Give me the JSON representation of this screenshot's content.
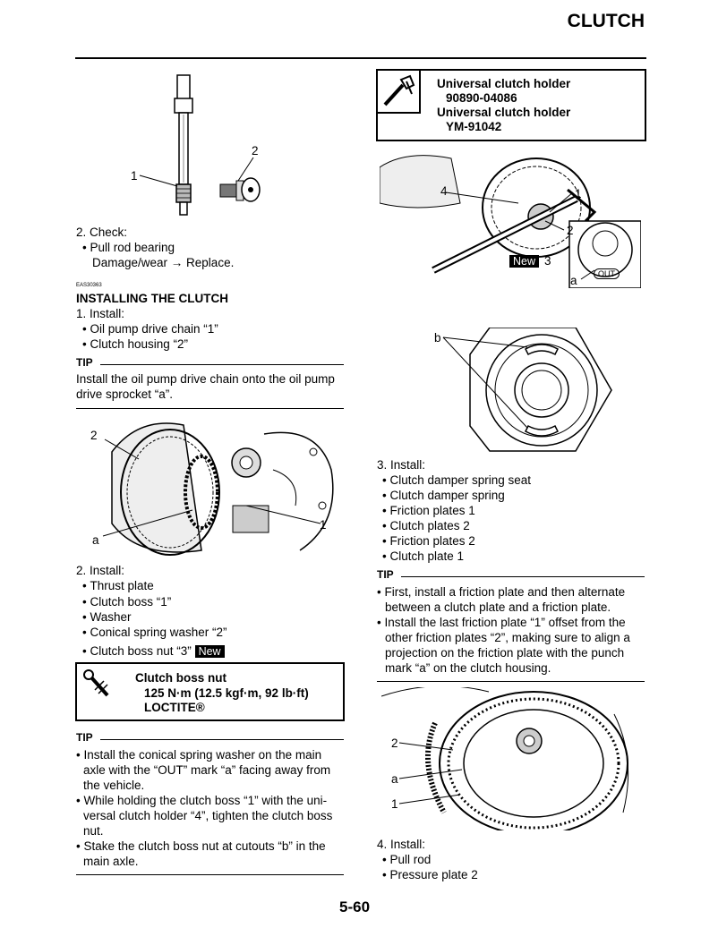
{
  "header": {
    "title": "CLUTCH",
    "page_number": "5-60"
  },
  "left": {
    "fig1_labels": [
      "1",
      "2"
    ],
    "check": {
      "step": "2. Check:",
      "bullet": "Pull rod bearing",
      "detail": "Damage/wear → Replace."
    },
    "section_code": "EAS30363",
    "section_title": "INSTALLING THE CLUTCH",
    "install1": {
      "step": "1. Install:",
      "bullets": [
        "Oil pump drive chain “1”",
        "Clutch housing “2”"
      ]
    },
    "tip1": {
      "head": "TIP",
      "lines": [
        "Install the oil pump drive chain onto the oil pump",
        "drive sprocket “a”."
      ]
    },
    "fig2_labels": [
      "2",
      "1",
      "a"
    ],
    "install2": {
      "step": "2. Install:",
      "bullets": [
        "Thrust plate",
        "Clutch boss “1”",
        "Washer",
        "Conical spring washer “2”",
        "Clutch boss nut “3”"
      ],
      "new_badge": "New"
    },
    "torque_box": {
      "name": "Clutch boss nut",
      "value": "125 N·m (12.5 kgf·m, 92 lb·ft)",
      "sealant": "LOCTITE®"
    },
    "tip2": {
      "head": "TIP",
      "items": [
        [
          "Install the conical spring washer on the main",
          "axle with the “OUT” mark “a” facing away from",
          "the vehicle."
        ],
        [
          "While holding the clutch boss “1” with the uni-",
          "versal clutch holder “4”, tighten the clutch boss",
          "nut."
        ],
        [
          "Stake the clutch boss nut at cutouts “b” in the",
          "main axle."
        ]
      ]
    }
  },
  "right": {
    "tool_box": {
      "line1": "Universal clutch holder",
      "line2": "90890-04086",
      "line3": "Universal clutch holder",
      "line4": "YM-91042"
    },
    "fig3_labels": [
      "4",
      "1",
      "2",
      "3",
      "a"
    ],
    "fig3_new": "New",
    "fig3_out": "OUT",
    "fig4_label": "b",
    "install3": {
      "step": "3. Install:",
      "bullets": [
        "Clutch damper spring seat",
        "Clutch damper spring",
        "Friction plates 1",
        "Clutch plates 2",
        "Friction plates 2",
        "Clutch plate 1"
      ]
    },
    "tip3": {
      "head": "TIP",
      "items": [
        [
          "First, install a friction plate and then alternate",
          "between a clutch plate and a friction plate."
        ],
        [
          "Install the last friction plate “1” offset from the",
          "other friction plates “2”, making sure to align a",
          "projection on the friction plate with the punch",
          "mark “a” on the clutch housing."
        ]
      ]
    },
    "fig5_labels": [
      "2",
      "a",
      "1"
    ],
    "install4": {
      "step": "4. Install:",
      "bullets": [
        "Pull rod",
        "Pressure plate 2"
      ]
    }
  }
}
